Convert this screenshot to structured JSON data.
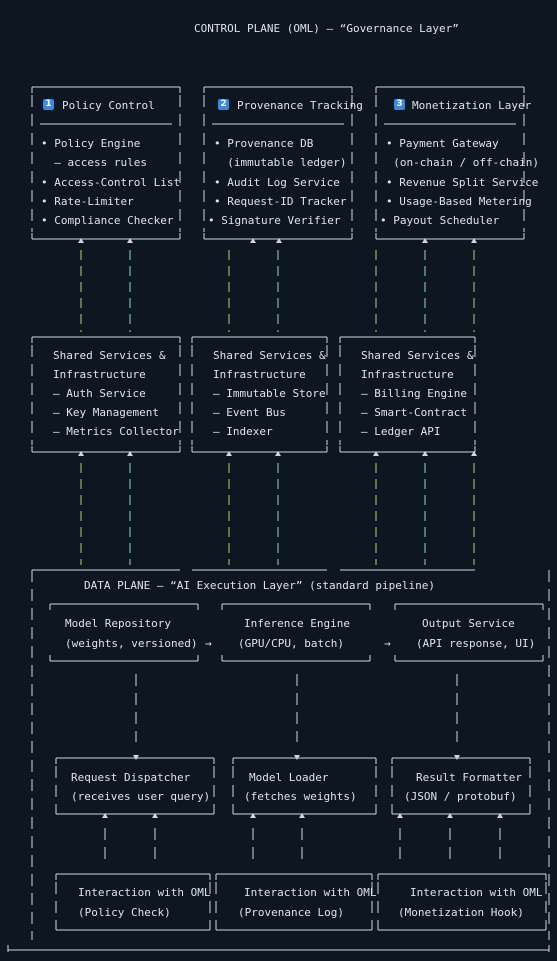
{
  "title": "CONTROL PLANE (OML) – “Governance Layer”",
  "colors": {
    "background": "#0e1621",
    "text": "#dde3ea",
    "border": "#cfd6dd",
    "connector_green": "#b8cf73",
    "connector_cyan": "#8fd6d6",
    "badge": "#3a87e6"
  },
  "control_boxes": [
    {
      "badge": "1",
      "title": "Policy Control",
      "items": [
        "• Policy Engine",
        "  – access rules",
        "• Access-Control List",
        "• Rate-Limiter",
        "• Compliance Checker"
      ]
    },
    {
      "badge": "2",
      "title": "Provenance Tracking",
      "items": [
        "• Provenance DB",
        "  (immutable ledger)",
        "• Audit Log Service",
        "• Request-ID Tracker",
        "• Signature Verifier"
      ]
    },
    {
      "badge": "3",
      "title": "Monetization Layer",
      "items": [
        "• Payment Gateway",
        "  (on-chain / off-chain)",
        "• Revenue Split Service",
        "• Usage-Based Metering",
        "• Payout Scheduler"
      ]
    }
  ],
  "shared_boxes": [
    {
      "lines": [
        "Shared Services &",
        "Infrastructure",
        "– Auth Service",
        "– Key Management",
        "– Metrics Collector"
      ]
    },
    {
      "lines": [
        "Shared Services &",
        "Infrastructure",
        "– Immutable Store",
        "– Event Bus",
        "– Indexer"
      ]
    },
    {
      "lines": [
        "Shared Services &",
        "Infrastructure",
        "– Billing Engine",
        "– Smart-Contract",
        "– Ledger API"
      ]
    }
  ],
  "data_plane": {
    "title": "DATA PLANE – “AI Execution Layer” (standard pipeline)",
    "arrow": "→",
    "stages": [
      {
        "title": "Model Repository",
        "sub": "(weights, versioned)"
      },
      {
        "title": "Inference Engine",
        "sub": "(GPU/CPU, batch)"
      },
      {
        "title": "Output Service",
        "sub": "(API response, UI)"
      }
    ],
    "workers": [
      {
        "title": "Request Dispatcher",
        "sub": "(receives user query)"
      },
      {
        "title": "Model Loader",
        "sub": "(fetches weights)"
      },
      {
        "title": "Result Formatter",
        "sub": "(JSON / protobuf)"
      }
    ],
    "oml_hooks": [
      {
        "title": "Interaction with OML",
        "sub": "(Policy Check)"
      },
      {
        "title": "Interaction with OML",
        "sub": "(Provenance Log)"
      },
      {
        "title": "Interaction with OML",
        "sub": "(Monetization Hook)"
      }
    ]
  }
}
